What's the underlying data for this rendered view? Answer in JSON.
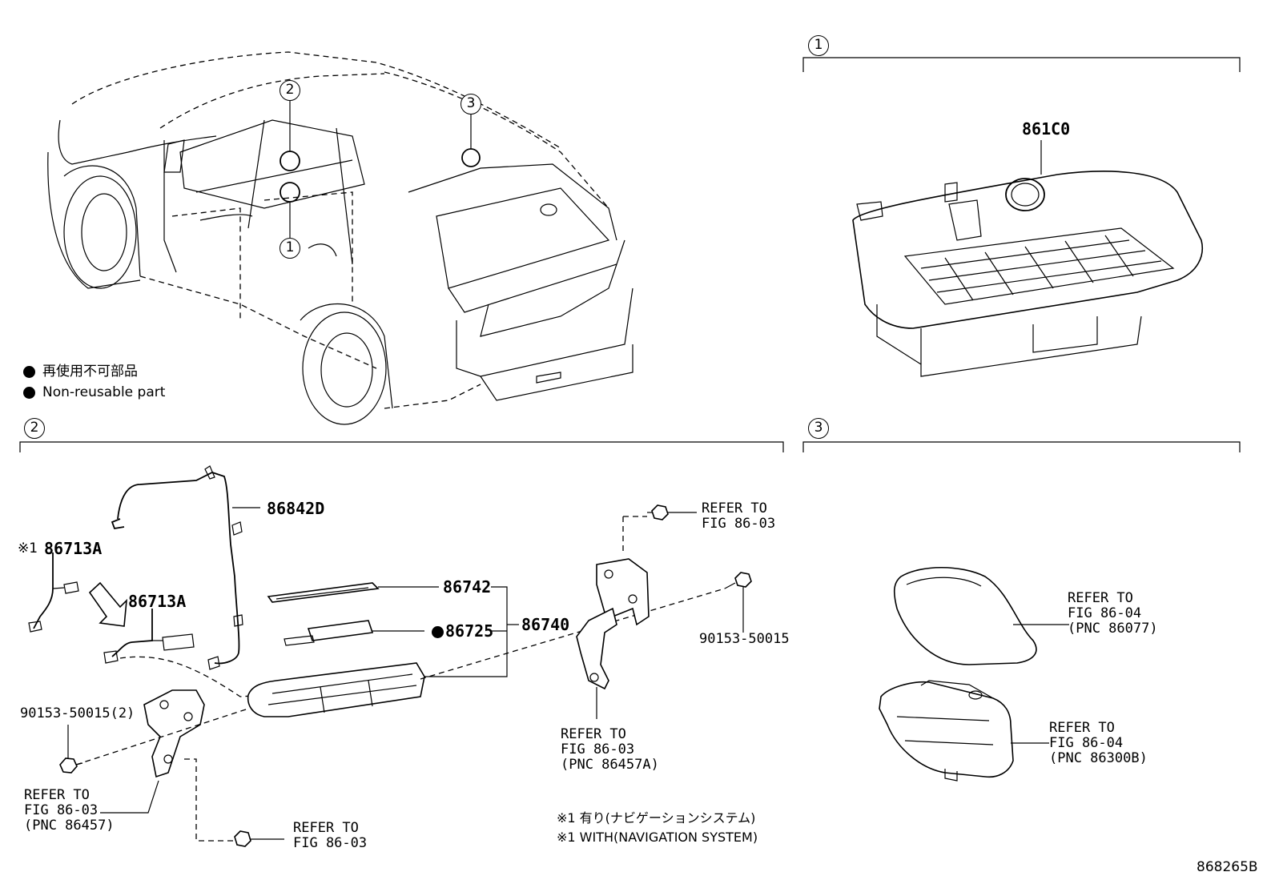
{
  "callouts": {
    "one": "1",
    "two": "2",
    "three": "3"
  },
  "legend": {
    "jp": "再使用不可部品",
    "en": "Non-reusable part"
  },
  "section1": {
    "part_861C0": "861C0"
  },
  "section2": {
    "part_86842D": "86842D",
    "note_mark_86713A": "※1",
    "part_86713A_top": "86713A",
    "part_86713A": "86713A",
    "part_86742": "86742",
    "part_86725": "86725",
    "part_86740": "86740",
    "bolt_right": "90153-50015",
    "bolt_left": "90153-50015(2)",
    "refer_top_right_1": "REFER TO",
    "refer_top_right_2": "FIG 86-03",
    "refer_mid_1": "REFER TO",
    "refer_mid_2": "FIG 86-03",
    "refer_mid_3": "(PNC 86457A)",
    "refer_left_1": "REFER TO",
    "refer_left_2": "FIG 86-03",
    "refer_left_3": "(PNC 86457)",
    "refer_bottom_1": "REFER TO",
    "refer_bottom_2": "FIG 86-03",
    "footnote_jp": "※1 有り(ナビゲーションシステム)",
    "footnote_en": "※1 WITH(NAVIGATION SYSTEM)"
  },
  "section3": {
    "refer_a_1": "REFER TO",
    "refer_a_2": "FIG 86-04",
    "refer_a_3": "(PNC 86077)",
    "refer_b_1": "REFER TO",
    "refer_b_2": "FIG 86-04",
    "refer_b_3": "(PNC 86300B)"
  },
  "diagram_id": "868265B"
}
